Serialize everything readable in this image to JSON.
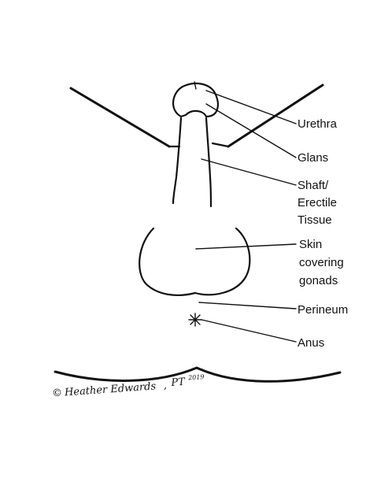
{
  "labels": {
    "urethra": "Urethra",
    "glans": "Glans",
    "shaft": [
      "Shaft/",
      "Erectile",
      "Tissue"
    ],
    "skin": [
      "Skin",
      "covering",
      "gonads"
    ],
    "perineum": "Perineum",
    "anus": "Anus"
  },
  "signature": {
    "copyright": "©",
    "name": "Heather Edwards",
    "separator": ",",
    "credential": "PT",
    "year": "2019"
  }
}
